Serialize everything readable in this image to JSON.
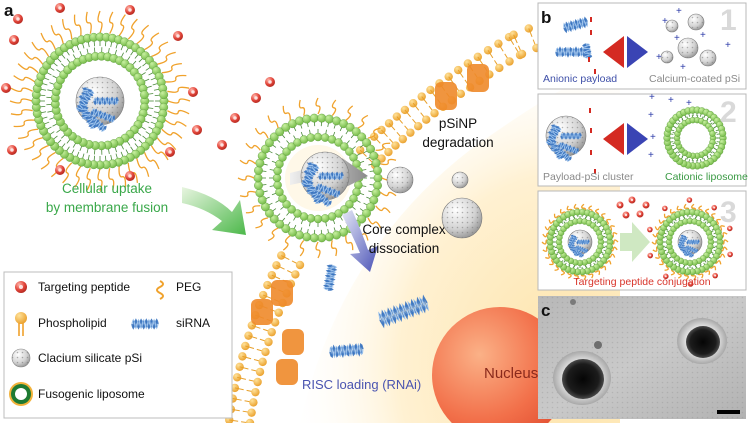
{
  "panel_a": {
    "label": "a",
    "uptake_line1": "Cellular uptake",
    "uptake_line2": "by membrane fusion",
    "degradation_line1": "pSiNP",
    "degradation_line2": "degradation",
    "dissociation_line1": "Core complex",
    "dissociation_line2": "dissociation",
    "risc": "RISC loading (RNAi)",
    "nucleus": "Nucleus"
  },
  "legend": {
    "items": [
      {
        "label": "Targeting peptide",
        "icon": "targeting-peptide-icon"
      },
      {
        "label": "PEG",
        "icon": "peg-icon"
      },
      {
        "label": "Phospholipid",
        "icon": "phospholipid-icon"
      },
      {
        "label": "siRNA",
        "icon": "sirna-icon"
      },
      {
        "label": "Clacium silicate pSi",
        "icon": "psi-particle-icon"
      },
      {
        "label": "Fusogenic liposome",
        "icon": "fusogenic-liposome-icon"
      }
    ]
  },
  "panel_b": {
    "label": "b",
    "steps": [
      {
        "number": "1",
        "left": "Anionic payload",
        "right": "Calcium-coated pSi"
      },
      {
        "number": "2",
        "left": "Payload-pSi cluster",
        "right": "Cationic liposome"
      },
      {
        "number": "3",
        "caption": "Targeting peptide conjugation"
      }
    ]
  },
  "panel_c": {
    "label": "c"
  },
  "colors": {
    "membrane_head": "#f3b03a",
    "liposome_green": "#3d9b47",
    "peptide_red": "#d83a2f",
    "sirna_blue": "#4a7fc4",
    "uptake_text": "#3aa84a",
    "risc_text": "#4a54b0",
    "nucleus": "#ee5a3a"
  }
}
